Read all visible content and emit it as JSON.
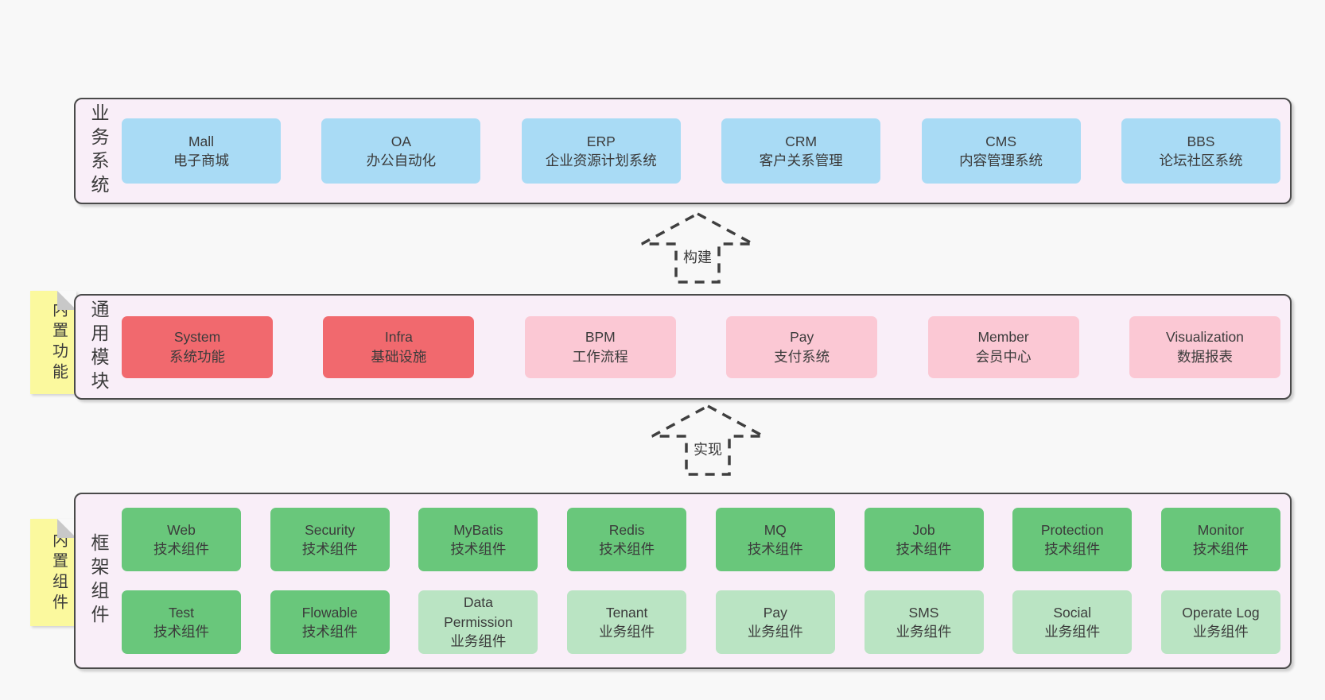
{
  "colors": {
    "page_bg": "#F8F8F8",
    "container_bg": "#F9EEF8",
    "container_border": "#4A4A4A",
    "box_blue": "#A9DBF5",
    "box_red": "#F1696E",
    "box_pink": "#FBC8D4",
    "box_green": "#69C77B",
    "box_light_green": "#BAE4C3",
    "sticky_yellow": "#FBF99E",
    "sticky_fold_gray": "#C8C8C8",
    "text": "#3B3B3B"
  },
  "arrows": [
    {
      "label": "构建"
    },
    {
      "label": "实现"
    }
  ],
  "layers": [
    {
      "id": "business-systems",
      "label_vertical": "业务系统",
      "sticky": null,
      "boxes": [
        {
          "name": "Mall",
          "subtitle": "电子商城",
          "variant": "blue"
        },
        {
          "name": "OA",
          "subtitle": "办公自动化",
          "variant": "blue"
        },
        {
          "name": "ERP",
          "subtitle": "企业资源计划系统",
          "variant": "blue"
        },
        {
          "name": "CRM",
          "subtitle": "客户关系管理",
          "variant": "blue"
        },
        {
          "name": "CMS",
          "subtitle": "内容管理系统",
          "variant": "blue"
        },
        {
          "name": "BBS",
          "subtitle": "论坛社区系统",
          "variant": "blue"
        }
      ]
    },
    {
      "id": "common-modules",
      "label_vertical": "通用模块",
      "sticky": "内置功能",
      "boxes": [
        {
          "name": "System",
          "subtitle": "系统功能",
          "variant": "red"
        },
        {
          "name": "Infra",
          "subtitle": "基础设施",
          "variant": "red"
        },
        {
          "name": "BPM",
          "subtitle": "工作流程",
          "variant": "pink"
        },
        {
          "name": "Pay",
          "subtitle": "支付系统",
          "variant": "pink"
        },
        {
          "name": "Member",
          "subtitle": "会员中心",
          "variant": "pink"
        },
        {
          "name": "Visualization",
          "subtitle": "数据报表",
          "variant": "pink"
        }
      ]
    },
    {
      "id": "framework-components",
      "label_vertical": "框架组件",
      "sticky": "内置组件",
      "boxes": [
        {
          "name": "Web",
          "subtitle": "技术组件",
          "variant": "green"
        },
        {
          "name": "Security",
          "subtitle": "技术组件",
          "variant": "green"
        },
        {
          "name": "MyBatis",
          "subtitle": "技术组件",
          "variant": "green"
        },
        {
          "name": "Redis",
          "subtitle": "技术组件",
          "variant": "green"
        },
        {
          "name": "MQ",
          "subtitle": "技术组件",
          "variant": "green"
        },
        {
          "name": "Job",
          "subtitle": "技术组件",
          "variant": "green"
        },
        {
          "name": "Protection",
          "subtitle": "技术组件",
          "variant": "green"
        },
        {
          "name": "Monitor",
          "subtitle": "技术组件",
          "variant": "green"
        },
        {
          "name": "Test",
          "subtitle": "技术组件",
          "variant": "green"
        },
        {
          "name": "Flowable",
          "subtitle": "技术组件",
          "variant": "green"
        },
        {
          "name": "Data Permission",
          "subtitle": "业务组件",
          "variant": "lightgreen"
        },
        {
          "name": "Tenant",
          "subtitle": "业务组件",
          "variant": "lightgreen"
        },
        {
          "name": "Pay",
          "subtitle": "业务组件",
          "variant": "lightgreen"
        },
        {
          "name": "SMS",
          "subtitle": "业务组件",
          "variant": "lightgreen"
        },
        {
          "name": "Social",
          "subtitle": "业务组件",
          "variant": "lightgreen"
        },
        {
          "name": "Operate Log",
          "subtitle": "业务组件",
          "variant": "lightgreen"
        }
      ]
    }
  ]
}
